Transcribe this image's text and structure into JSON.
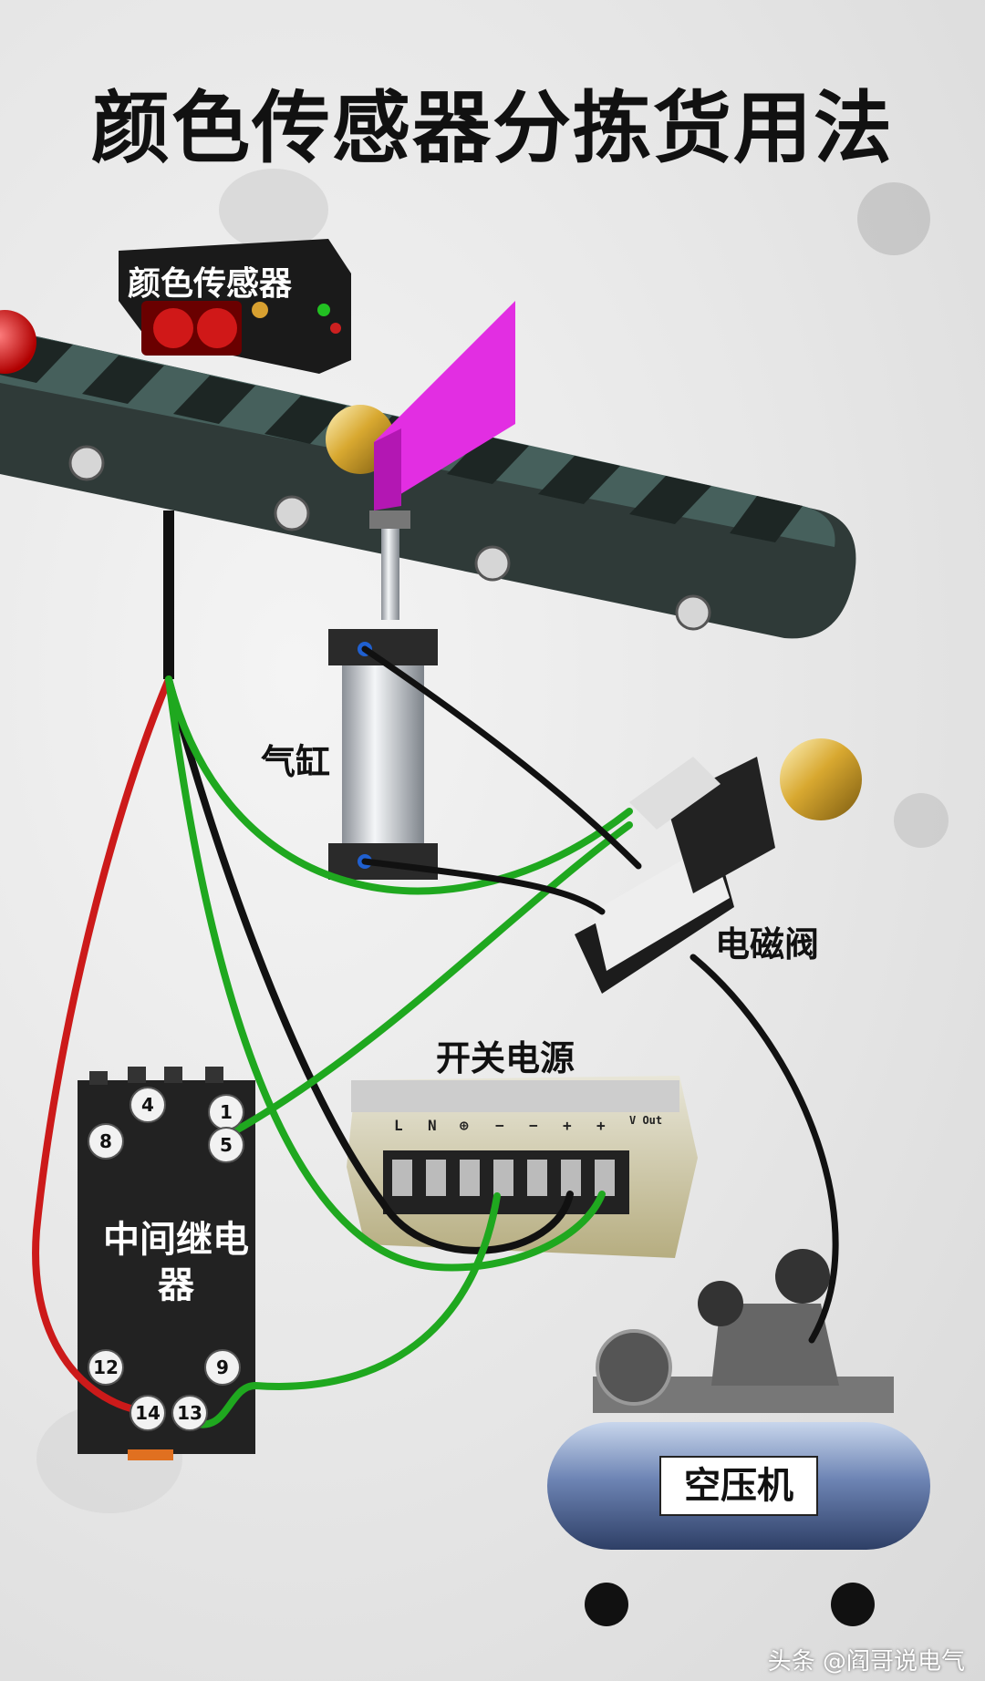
{
  "title": "颜色传感器分拣货用法",
  "labels": {
    "color_sensor": "颜色传感器",
    "cylinder": "气缸",
    "solenoid_valve": "电磁阀",
    "power_supply": "开关电源",
    "relay": "中间继电器",
    "air_compressor": "空压机"
  },
  "relay_pins": [
    "4",
    "1",
    "8",
    "5",
    "12",
    "9",
    "14",
    "13"
  ],
  "psu_terminals": [
    "L",
    "N",
    "⊕",
    "−",
    "−",
    "+",
    "+"
  ],
  "psu_vout": "V Out",
  "watermark": "头条 @阎哥说电气",
  "colors": {
    "wire_green": "#1fa81f",
    "wire_red": "#cc1a1a",
    "wire_black": "#111111",
    "pusher": "#e22ee2",
    "belt": "#3a4a48"
  }
}
